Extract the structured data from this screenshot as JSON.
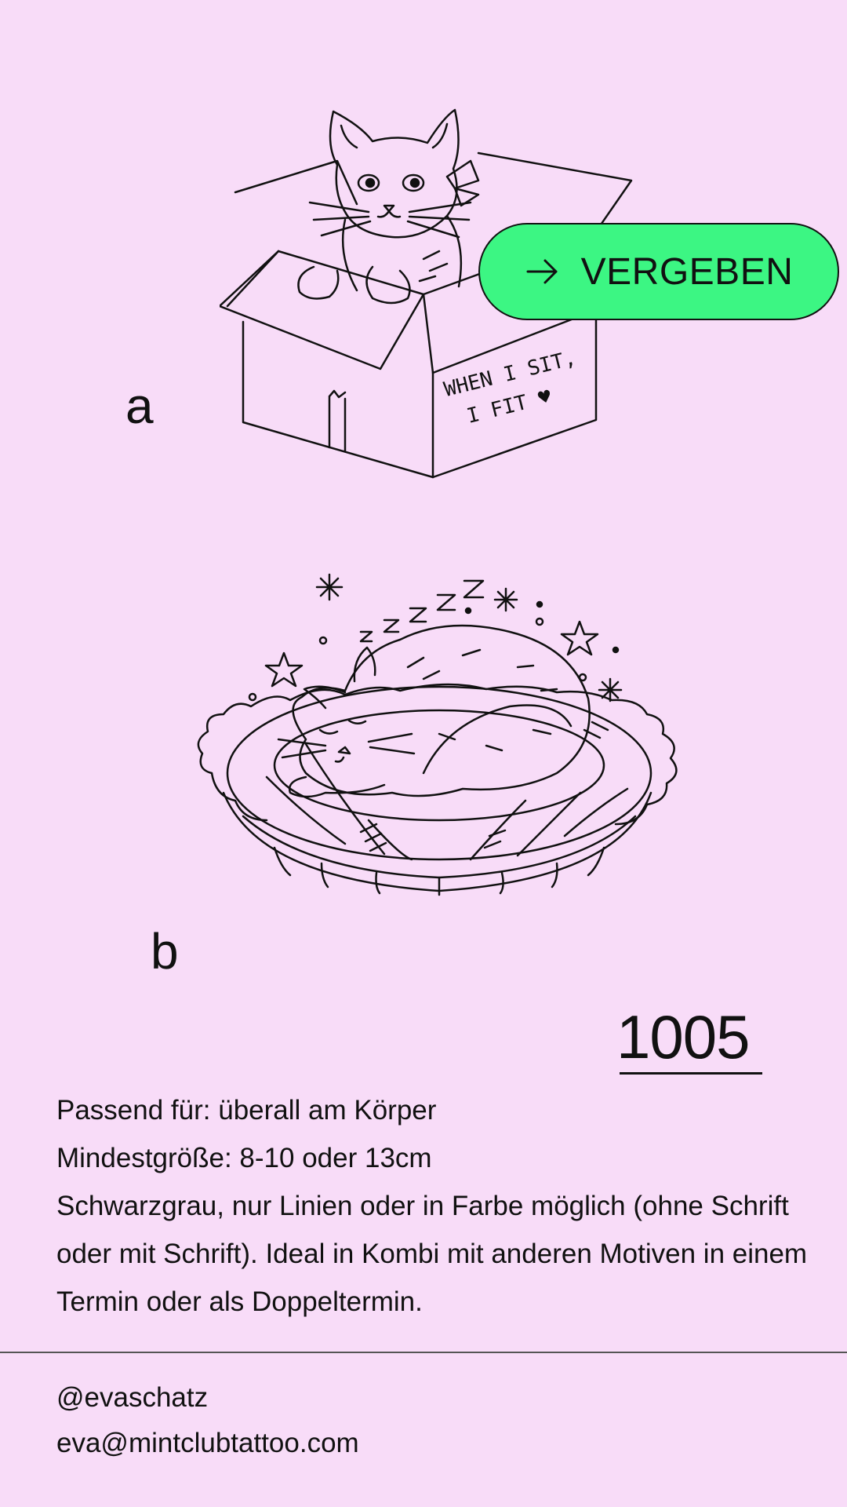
{
  "designs": [
    {
      "letter": "a",
      "box_text_line1": "WHEN I SIT,",
      "box_text_line2": "I FIT"
    },
    {
      "letter": "b",
      "sleep_text": "z z z Z Z"
    }
  ],
  "status": {
    "label": "VERGEBEN",
    "icon": "arrow-right-icon",
    "color": "#3cf683"
  },
  "design_number": "1005",
  "description": {
    "line1": "Passend für: überall am Körper",
    "line2": "Mindestgröße: 8-10 oder 13cm",
    "paragraph": "Schwarzgrau, nur Linien oder in Farbe möglich (ohne Schrift oder mit Schrift). Ideal in Kombi mit anderen Motiven in einem Termin oder als Doppeltermin."
  },
  "contact": {
    "handle": "@evaschatz",
    "email": "eva@mintclubtattoo.com"
  },
  "colors": {
    "background": "#f8dcf8",
    "accent": "#3cf683",
    "ink": "#111111"
  }
}
